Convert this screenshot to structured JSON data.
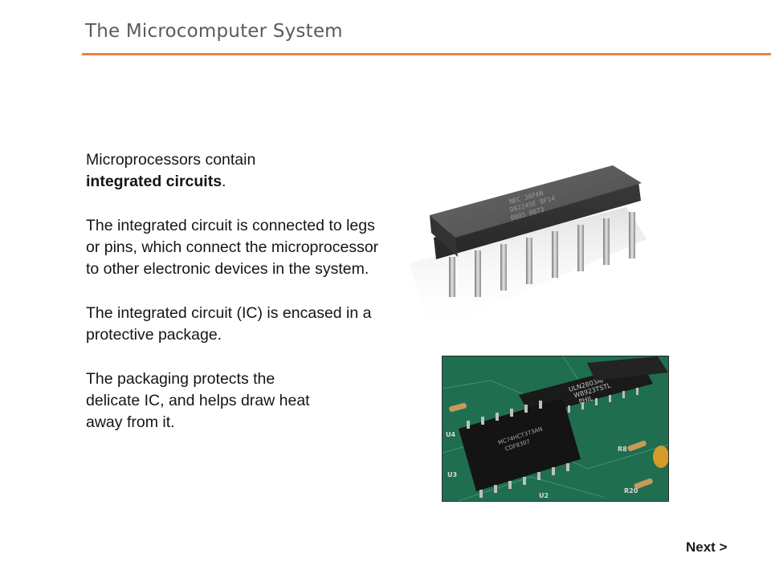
{
  "header": {
    "title": "The Microcomputer System"
  },
  "content": {
    "p1_before": "Microprocessors contain",
    "p1_bold": "integrated circuits",
    "p1_after": ".",
    "p2": "The integrated circuit is connected to legs or pins, which connect the microprocessor to other electronic devices in the system.",
    "p3": "The integrated circuit (IC) is encased in a protective package.",
    "p4": "The packaging protects the delicate IC, and helps draw heat away from it."
  },
  "chip_photo": {
    "marking_line1": "NEC JAPAN",
    "marking_line2": "D8224SE 8F14",
    "marking_line3": "0805 0073"
  },
  "board_photo": {
    "chip1_line1": "ULN2803A/",
    "chip1_line2": "W8923TSTL",
    "chip1_line3": "PHIL",
    "chip2_line1": "MC74HCT373AN",
    "chip2_line2": "CDF8307",
    "label_u4": "U4",
    "label_r8": "R8",
    "label_u3": "U3",
    "label_r20": "R20",
    "label_u2": "U2"
  },
  "nav": {
    "next_label": "Next >"
  },
  "colors": {
    "accent": "#e8824a",
    "title": "#5b5b5b",
    "board": "#1f6e4f"
  }
}
